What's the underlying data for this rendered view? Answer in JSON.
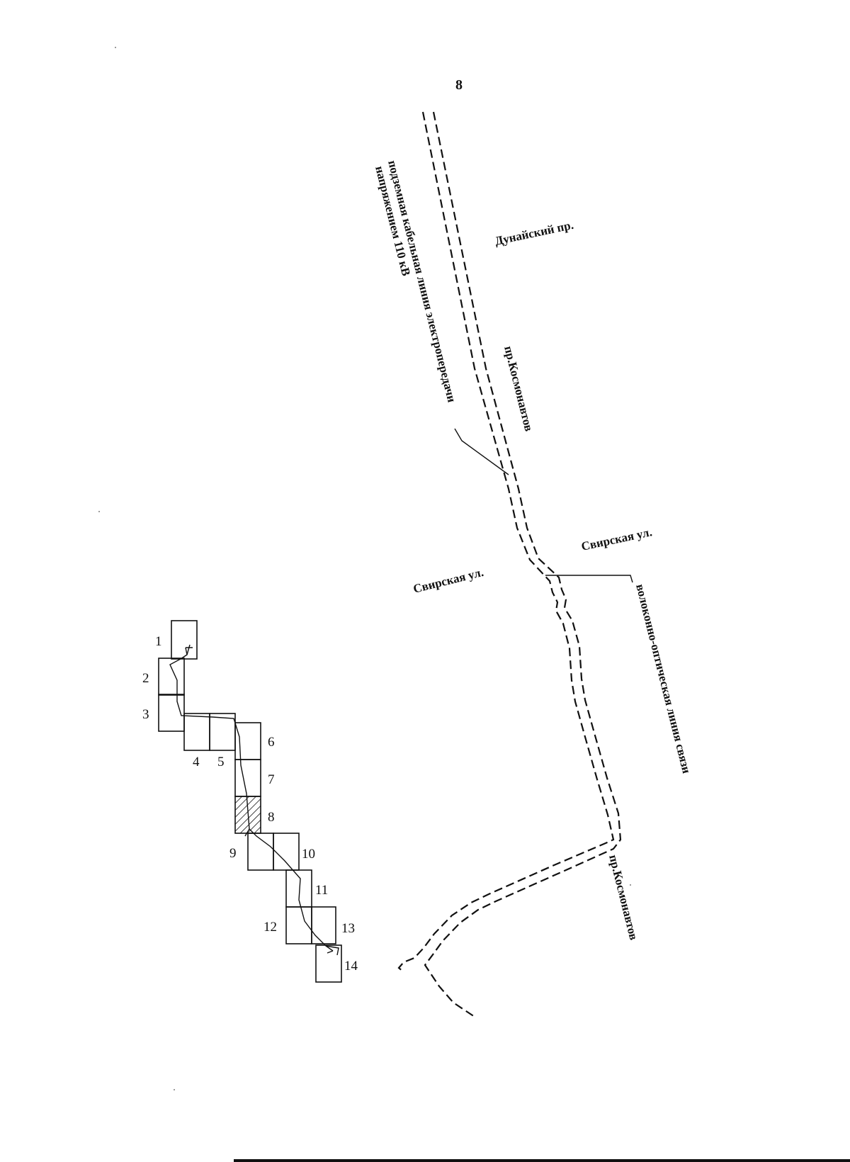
{
  "page_number": "8",
  "streets": {
    "dunaisky": "Дунайский пр.",
    "kosmonavtov_upper": "пр.Космонавтов",
    "kosmonavtov_lower": "пр.Космонавтов",
    "svirskaya_left": "Свирская ул.",
    "svirskaya_right": "Свирская ул."
  },
  "annotations": {
    "cable_line_1": "подземная кабельная линия электропередачи",
    "cable_line_2": "напряжением 110 кВ",
    "fiber_line": "волоконно-оптическая линия связи"
  },
  "index_sheets": [
    "1",
    "2",
    "3",
    "4",
    "5",
    "6",
    "7",
    "8",
    "9",
    "10",
    "11",
    "12",
    "13",
    "14"
  ],
  "current_sheet": "8"
}
